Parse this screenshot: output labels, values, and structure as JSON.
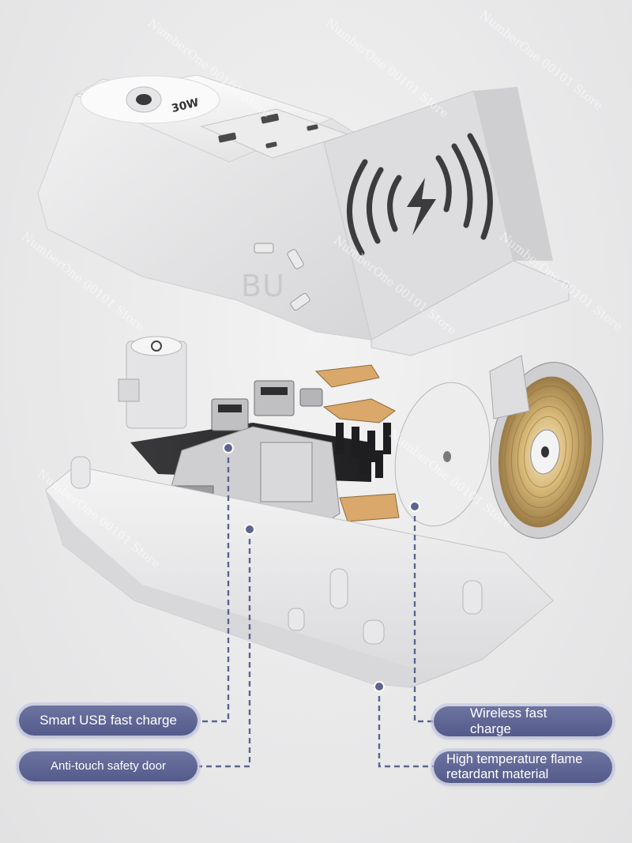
{
  "brand_mark": "BU",
  "product_watt_label": "30W",
  "watermark_text": "NumberOne 00101 Store",
  "labels": {
    "smart_usb": "Smart USB fast charge",
    "safety_door": "Anti-touch safety door",
    "wireless_line1": "Wireless fast",
    "wireless_line2": "charge",
    "flame_line1": "High temperature flame",
    "flame_line2": "retardant material"
  },
  "colors": {
    "label_bg": "#5a6090",
    "leader_line": "#5d6490",
    "shell": "#f1f1f1",
    "coil_gold": "#c9a86a"
  }
}
